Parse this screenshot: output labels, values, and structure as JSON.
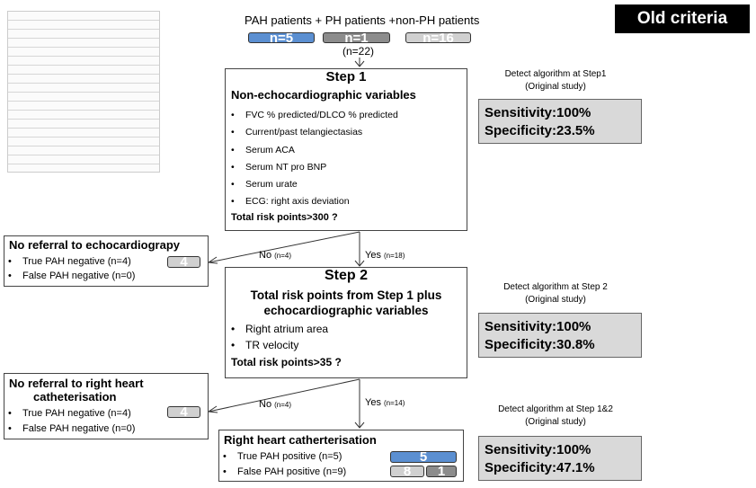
{
  "badge": {
    "label": "Old criteria"
  },
  "header": {
    "title": "PAH patients + PH patients +non-PH patients",
    "pah_count": "n=5",
    "ph_count": "n=1",
    "nonph_count": "n=16",
    "total": "(n=22)"
  },
  "step1": {
    "title": "Step 1",
    "subtitle": "Non-echocardiographic variables",
    "items": [
      "FVC % predicted/DLCO % predicted",
      "Current/past telangiectasias",
      "Serum ACA",
      "Serum NT pro BNP",
      "Serum urate",
      "ECG: right axis deviation"
    ],
    "threshold": "Total risk points>300 ?"
  },
  "step2": {
    "title": "Step 2",
    "subtitle_line1": "Total risk points from Step 1 plus",
    "subtitle_line2": "echocardiographic variables",
    "items": [
      "Right atrium area",
      "TR velocity"
    ],
    "threshold": "Total risk points>35 ?"
  },
  "no_echo": {
    "title": "No referral to echocardiograpy",
    "items": [
      "True PAH negative (n=4)",
      "False PAH negative (n=0)"
    ],
    "count": "4"
  },
  "no_rhc": {
    "title_line1": "No referral to right heart",
    "title_line2": "catheterisation",
    "items": [
      "True PAH negative (n=4)",
      "False PAH negative (n=0)"
    ],
    "count": "4"
  },
  "rhc": {
    "title": "Right heart catherterisation",
    "items": [
      "True PAH positive (n=5)",
      "False PAH positive (n=9)"
    ],
    "tp_count": "5",
    "fp_count_a": "8",
    "fp_count_b": "1"
  },
  "branches": {
    "s1_no": "No",
    "s1_no_n": "(n=4)",
    "s1_yes": "Yes",
    "s1_yes_n": "(n=18)",
    "s2_no": "No",
    "s2_no_n": "(n=4)",
    "s2_yes": "Yes",
    "s2_yes_n": "(n=14)"
  },
  "detect": [
    {
      "label": "Detect algorithm at Step1",
      "sub": "(Original study)",
      "sensitivity": "Sensitivity:100%",
      "specificity": "Specificity:23.5%"
    },
    {
      "label": "Detect algorithm at Step 2",
      "sub": "(Original study)",
      "sensitivity": "Sensitivity:100%",
      "specificity": "Specificity:30.8%"
    },
    {
      "label": "Detect algorithm at Step 1&2",
      "sub": "(Original study)",
      "sensitivity": "Sensitivity:100%",
      "specificity": "Specificity:47.1%"
    }
  ],
  "colors": {
    "pah": "#5b8fd1",
    "ph": "#8c8c8c",
    "nonph": "#d0d0d0",
    "panel": "#d9d9d9",
    "badge": "#000000"
  }
}
